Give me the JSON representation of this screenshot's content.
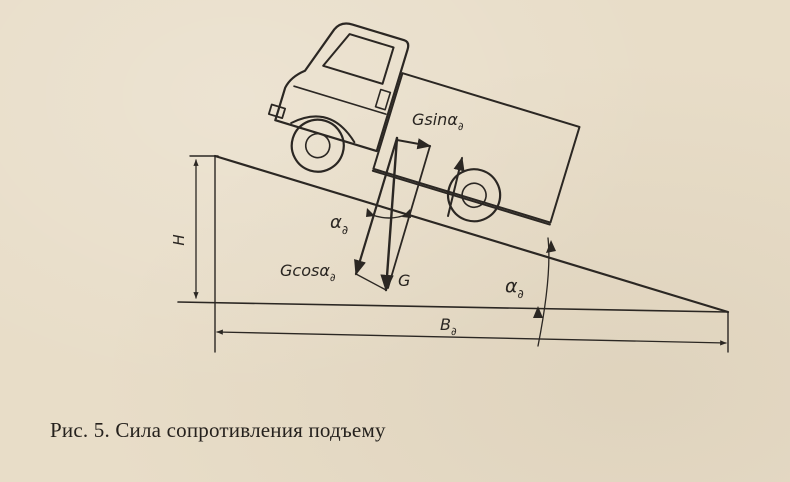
{
  "labels": {
    "g_sin": "Gsinα",
    "g_sin_sub": "∂",
    "alpha_left": "α",
    "alpha_left_sub": "∂",
    "g_cos": "Gcosα",
    "g_cos_sub": "∂",
    "g": "G",
    "h": "H",
    "alpha_right": "α",
    "alpha_right_sub": "∂",
    "b": "B",
    "b_sub": "∂"
  },
  "caption": "Рис. 5. Сила сопротивления подъему",
  "colors": {
    "paper": "#e8ddc8",
    "ink": "#2b2723"
  }
}
